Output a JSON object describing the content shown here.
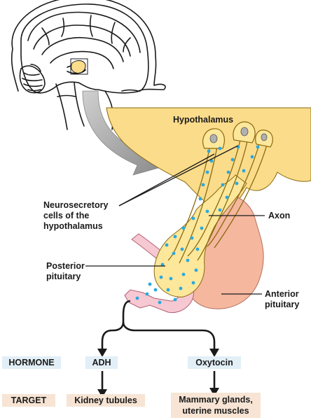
{
  "labels": {
    "hypothalamus": "Hypothalamus",
    "neurosecretory_line1": "Neurosecretory",
    "neurosecretory_line2": "cells of the",
    "neurosecretory_line3": "hypothalamus",
    "axon": "Axon",
    "posterior_line1": "Posterior",
    "posterior_line2": "pituitary",
    "anterior_line1": "Anterior",
    "anterior_line2": "pituitary"
  },
  "rows": {
    "hormone_label": "HORMONE",
    "target_label": "TARGET"
  },
  "hormones": [
    {
      "name": "ADH",
      "target": "Kidney tubules"
    },
    {
      "name": "Oxytocin",
      "target_line1": "Mammary glands,",
      "target_line2": "uterine muscles"
    }
  ],
  "colors": {
    "hypothalamus_fill": "#fbdc8a",
    "anterior_pituitary_fill": "#f5b79e",
    "neuron_fill": "#fde79a",
    "blood_vessel_fill": "#f6c8d2",
    "granule_dots": "#2aa9df",
    "hormone_box": "#e2eff7",
    "target_box": "#f7e4d4",
    "pointer_arrow": "#9a9a9a"
  }
}
